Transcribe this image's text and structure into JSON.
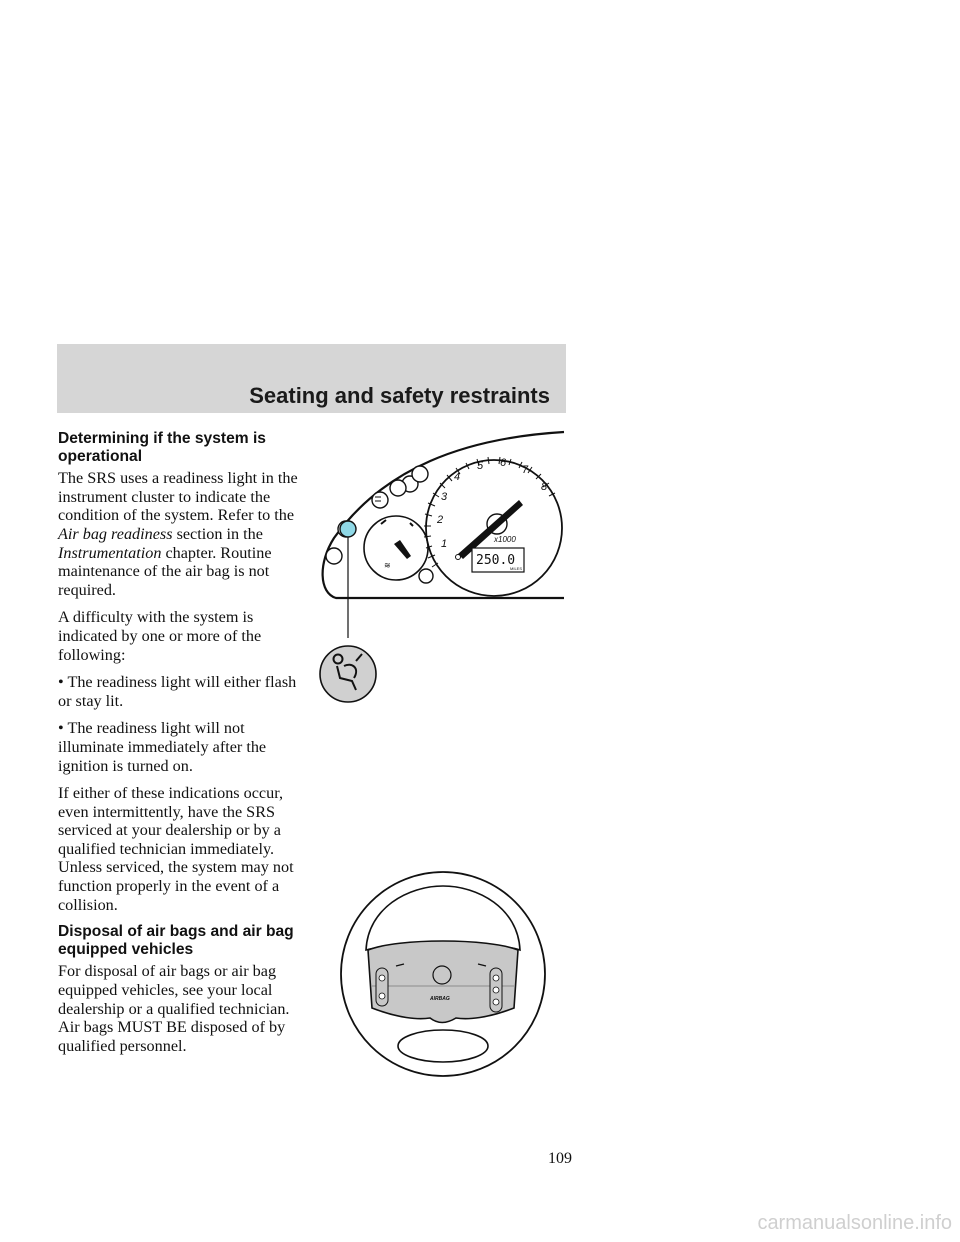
{
  "header": {
    "title": "Seating and safety restraints"
  },
  "section1": {
    "heading": "Determining if the system is operational",
    "p1_before": "The SRS uses a readiness light in the instrument cluster to indicate the condition of the system. Refer to the ",
    "p1_link1": "Air bag readiness",
    "p1_mid": " section in the ",
    "p1_link2": "Instrumentation",
    "p1_after": " chapter. Routine maintenance of the air bag is not required.",
    "p2": "A difficulty with the system is indicated by one or more of the following:",
    "bullet_symbol": "•",
    "bullets": [
      "The readiness light will either flash or stay lit.",
      "The readiness light will not illuminate immediately after the ignition is turned on."
    ],
    "p3": "If either of these indications occur, even intermittently, have the SRS serviced at your dealership or by a qualified technician immediately. Unless serviced, the system may not function properly in the event of a collision."
  },
  "section2": {
    "heading": "Disposal of air bags and air bag equipped vehicles",
    "p1": "For disposal of air bags or air bag equipped vehicles, see your local dealership or a qualified technician. Air bags MUST BE disposed of by qualified personnel."
  },
  "cluster": {
    "tach_numbers": [
      "1",
      "2",
      "3",
      "4",
      "5",
      "6",
      "7",
      "8"
    ],
    "multiplier": "x1000",
    "odometer": "250.0",
    "odometer_unit": "MILES",
    "readiness_light_color": "#8fd8e6"
  },
  "wheel": {
    "airbag_label": "AIRBAG"
  },
  "page_number": "109",
  "footer": {
    "site": "carmanualsonline.info"
  }
}
